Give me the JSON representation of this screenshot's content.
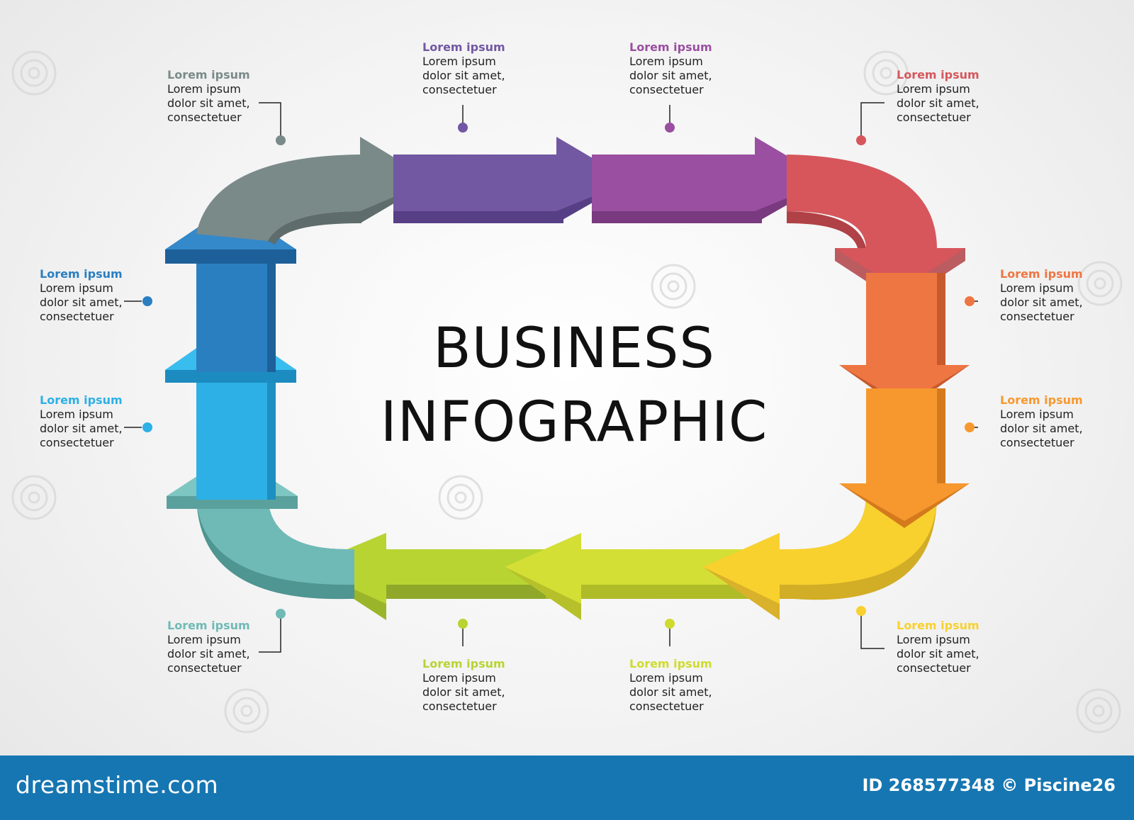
{
  "title": {
    "line1": "BUSINESS",
    "line2": "INFOGRAPHIC"
  },
  "steps": [
    {
      "id": "gray",
      "color": "#7a8a89",
      "title": "Lorem ipsum",
      "text": "Lorem ipsum\ndolor sit amet,\nconsectetuer"
    },
    {
      "id": "purple",
      "color": "#7257a3",
      "title": "Lorem ipsum",
      "text": "Lorem ipsum\ndolor sit amet,\nconsectetuer"
    },
    {
      "id": "magenta",
      "color": "#9a4fa0",
      "title": "Lorem ipsum",
      "text": "Lorem ipsum\ndolor sit amet,\nconsectetuer"
    },
    {
      "id": "red",
      "color": "#d6565c",
      "title": "Lorem ipsum",
      "text": "Lorem ipsum\ndolor sit amet,\nconsectetuer"
    },
    {
      "id": "orange",
      "color": "#ee7642",
      "title": "Lorem ipsum",
      "text": "Lorem ipsum\ndolor sit amet,\nconsectetuer"
    },
    {
      "id": "lt-orange",
      "color": "#f7982f",
      "title": "Lorem ipsum",
      "text": "Lorem ipsum\ndolor sit amet,\nconsectetuer"
    },
    {
      "id": "yellow",
      "color": "#f8d12f",
      "title": "Lorem ipsum",
      "text": "Lorem ipsum\ndolor sit amet,\nconsectetuer"
    },
    {
      "id": "yellow-green",
      "color": "#cfdb2e",
      "title": "Lorem ipsum",
      "text": "Lorem ipsum\ndolor sit amet,\nconsectetuer"
    },
    {
      "id": "lime",
      "color": "#b7d433",
      "title": "Lorem ipsum",
      "text": "Lorem ipsum\ndolor sit amet,\nconsectetuer"
    },
    {
      "id": "teal",
      "color": "#6fbab6",
      "title": "Lorem ipsum",
      "text": "Lorem ipsum\ndolor sit amet,\nconsectetuer"
    },
    {
      "id": "sky-blue",
      "color": "#2db0e6",
      "title": "Lorem ipsum",
      "text": "Lorem ipsum\ndolor sit amet,\nconsectetuer"
    },
    {
      "id": "blue",
      "color": "#2a7fc1",
      "title": "Lorem ipsum",
      "text": "Lorem ipsum\ndolor sit amet,\nconsectetuer"
    }
  ],
  "footer": {
    "logo": "dreamstime.com",
    "id_text": "ID 268577348 © Piscine26",
    "color": "#1676b2"
  }
}
